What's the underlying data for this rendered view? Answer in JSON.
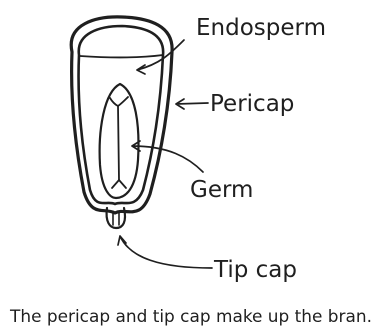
{
  "labels": {
    "endosperm": "Endosperm",
    "pericap": "Pericap",
    "germ": "Germ",
    "tip_cap": "Tip cap"
  },
  "caption": "The pericap and tip cap make up the bran."
}
